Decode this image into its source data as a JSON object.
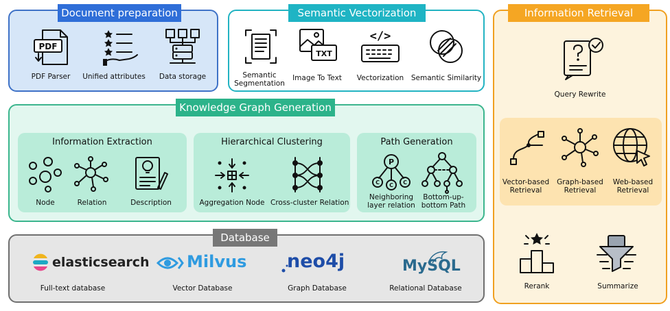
{
  "doc_prep": {
    "title": "Document preparation",
    "items": [
      "PDF Parser",
      "Unified attributes",
      "Data storage"
    ],
    "pdf_icon_text": "PDF"
  },
  "semantic": {
    "title": "Semantic Vectorization",
    "items": [
      "Semantic\nSegmentation",
      "Image To Text",
      "Vectorization",
      "Semantic Similarity"
    ],
    "txt_icon_text": "TXT",
    "code_icon_text": "</>"
  },
  "kg": {
    "title": "Knowledge Graph Generation",
    "sections": [
      {
        "title": "Information Extraction",
        "items": [
          "Node",
          "Relation",
          "Description"
        ]
      },
      {
        "title": "Hierarchical Clustering",
        "items": [
          "Aggregation Node",
          "Cross-cluster Relation"
        ]
      },
      {
        "title": "Path Generation",
        "items": [
          "Neighboring\nlayer relation",
          "Bottom-up-\nbottom Path"
        ]
      }
    ],
    "p_letter": "P",
    "c_letter": "C"
  },
  "database": {
    "title": "Database",
    "logos": [
      "elasticsearch",
      "Milvus",
      "neo4j",
      "MySQL"
    ],
    "items": [
      "Full-text database",
      "Vector Database",
      "Graph Database",
      "Relational Database"
    ]
  },
  "retrieval": {
    "title": "Information Retrieval",
    "items": [
      "Query Rewrite",
      "Vector-based\nRetrieval",
      "Graph-based\nRetrieval",
      "Web-based\nRetrieval",
      "Rerank",
      "Summarize"
    ]
  },
  "colors": {
    "doc_border": "#3f72c7",
    "doc_fill": "#d6e6f8",
    "doc_title": "#2f6ed8",
    "sem_border": "#22b3c2",
    "sem_title": "#1fb4c4",
    "kg_border": "#3bb58d",
    "kg_fill": "#e2f7ef",
    "kg_sub": "#b9ecd9",
    "kg_title": "#2cb38a",
    "db_border": "#6f6f6f",
    "db_fill": "#e6e6e6",
    "db_title": "#777777",
    "ir_border": "#f0a020",
    "ir_fill": "#fdf3dd",
    "ir_sub": "#fde3b0",
    "ir_title": "#f5a623",
    "elastic": "#f0b41c",
    "milvus": "#2f9be0",
    "neo4j": "#1e4da8",
    "mysql": "#2a6a8e"
  }
}
